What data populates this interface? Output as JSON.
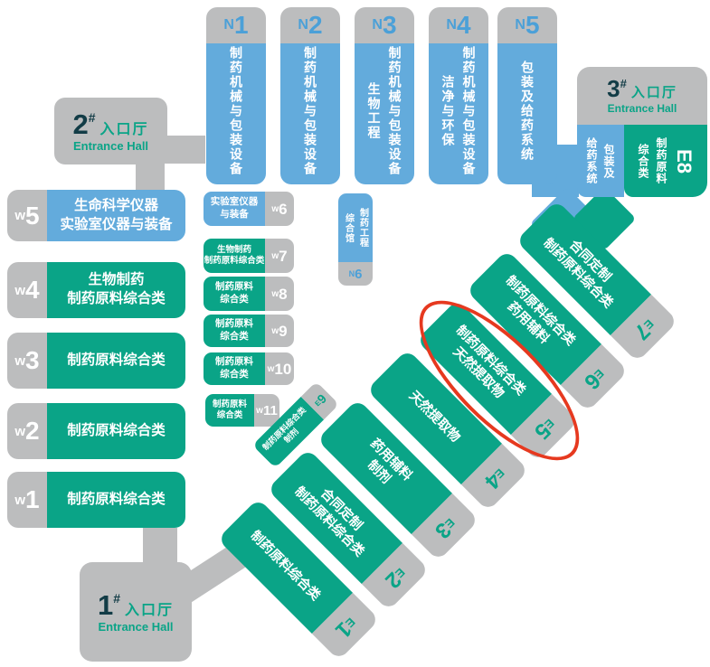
{
  "colors": {
    "blue": "#63abdc",
    "green": "#0aa487",
    "gray": "#bcbdbe",
    "dark_number": "#123c46",
    "highlight_red": "#e6391f",
    "tab_text_blue": "#4ba0d8",
    "white": "#ffffff"
  },
  "entrances": [
    {
      "num": "1",
      "hash": "#",
      "cn": "入口厅",
      "en": "Entrance Hall"
    },
    {
      "num": "2",
      "hash": "#",
      "cn": "入口厅",
      "en": "Entrance Hall"
    },
    {
      "num": "3",
      "hash": "#",
      "cn": "入口厅",
      "en": "Entrance Hall"
    }
  ],
  "n_halls": [
    {
      "prefix": "N",
      "num": "1",
      "lines": [
        "制药机械与包装设备"
      ]
    },
    {
      "prefix": "N",
      "num": "2",
      "lines": [
        "制药机械与包装设备"
      ]
    },
    {
      "prefix": "N",
      "num": "3",
      "lines": [
        "制药机械与包装设备",
        "生物工程"
      ]
    },
    {
      "prefix": "N",
      "num": "4",
      "lines": [
        "制药机械与包装设备",
        "洁净与环保"
      ]
    },
    {
      "prefix": "N",
      "num": "5",
      "lines": [
        "包装及给药系统"
      ]
    }
  ],
  "n6": {
    "prefix": "N",
    "num": "6",
    "lines": [
      "制药工程",
      "综合馆"
    ]
  },
  "w_left": [
    {
      "prefix": "w",
      "num": "5",
      "lines": [
        "生命科学仪器",
        "实验室仪器与装备"
      ]
    },
    {
      "prefix": "w",
      "num": "4",
      "lines": [
        "生物制药",
        "制药原料综合类"
      ]
    },
    {
      "prefix": "w",
      "num": "3",
      "lines": [
        "制药原料综合类"
      ]
    },
    {
      "prefix": "w",
      "num": "2",
      "lines": [
        "制药原料综合类"
      ]
    },
    {
      "prefix": "w",
      "num": "1",
      "lines": [
        "制药原料综合类"
      ]
    }
  ],
  "w_mid": [
    {
      "prefix": "w",
      "num": "6",
      "lines": [
        "实验室仪器",
        "与装备"
      ]
    },
    {
      "prefix": "w",
      "num": "7",
      "lines": [
        "生物制药",
        "制药原料综合类"
      ]
    },
    {
      "prefix": "w",
      "num": "8",
      "lines": [
        "制药原料",
        "综合类"
      ]
    },
    {
      "prefix": "w",
      "num": "9",
      "lines": [
        "制药原料",
        "综合类"
      ]
    },
    {
      "prefix": "w",
      "num": "10",
      "lines": [
        "制药原料",
        "综合类"
      ]
    },
    {
      "prefix": "w",
      "num": "11",
      "lines": [
        "制药原料",
        "综合类"
      ]
    }
  ],
  "e_halls": [
    {
      "prefix": "E",
      "num": "1",
      "lines": [
        "制药原料综合类"
      ]
    },
    {
      "prefix": "E",
      "num": "2",
      "lines": [
        "合同定制",
        "制药原料综合类"
      ]
    },
    {
      "prefix": "E",
      "num": "3",
      "lines": [
        "药用辅料",
        "制剂"
      ]
    },
    {
      "prefix": "E",
      "num": "4",
      "lines": [
        "天然提取物"
      ]
    },
    {
      "prefix": "E",
      "num": "5",
      "lines": [
        "制药原料综合类",
        "天然提取物"
      ]
    },
    {
      "prefix": "E",
      "num": "6",
      "lines": [
        "制药原料综合类",
        "药用辅料"
      ]
    },
    {
      "prefix": "E",
      "num": "7",
      "lines": [
        "合同定制",
        "制药原料综合类"
      ]
    }
  ],
  "e9": {
    "prefix": "E",
    "num": "9",
    "lines": [
      "制药原料综合类",
      "制剂"
    ]
  },
  "e8": {
    "prefix": "E",
    "num": "8",
    "blue_lines": [
      "包装及",
      "给药系统"
    ],
    "green_lines": [
      "制药原料",
      "综合类"
    ]
  },
  "highlight": {
    "hall": "E5",
    "shape": "ellipse",
    "color": "#e6391f"
  }
}
